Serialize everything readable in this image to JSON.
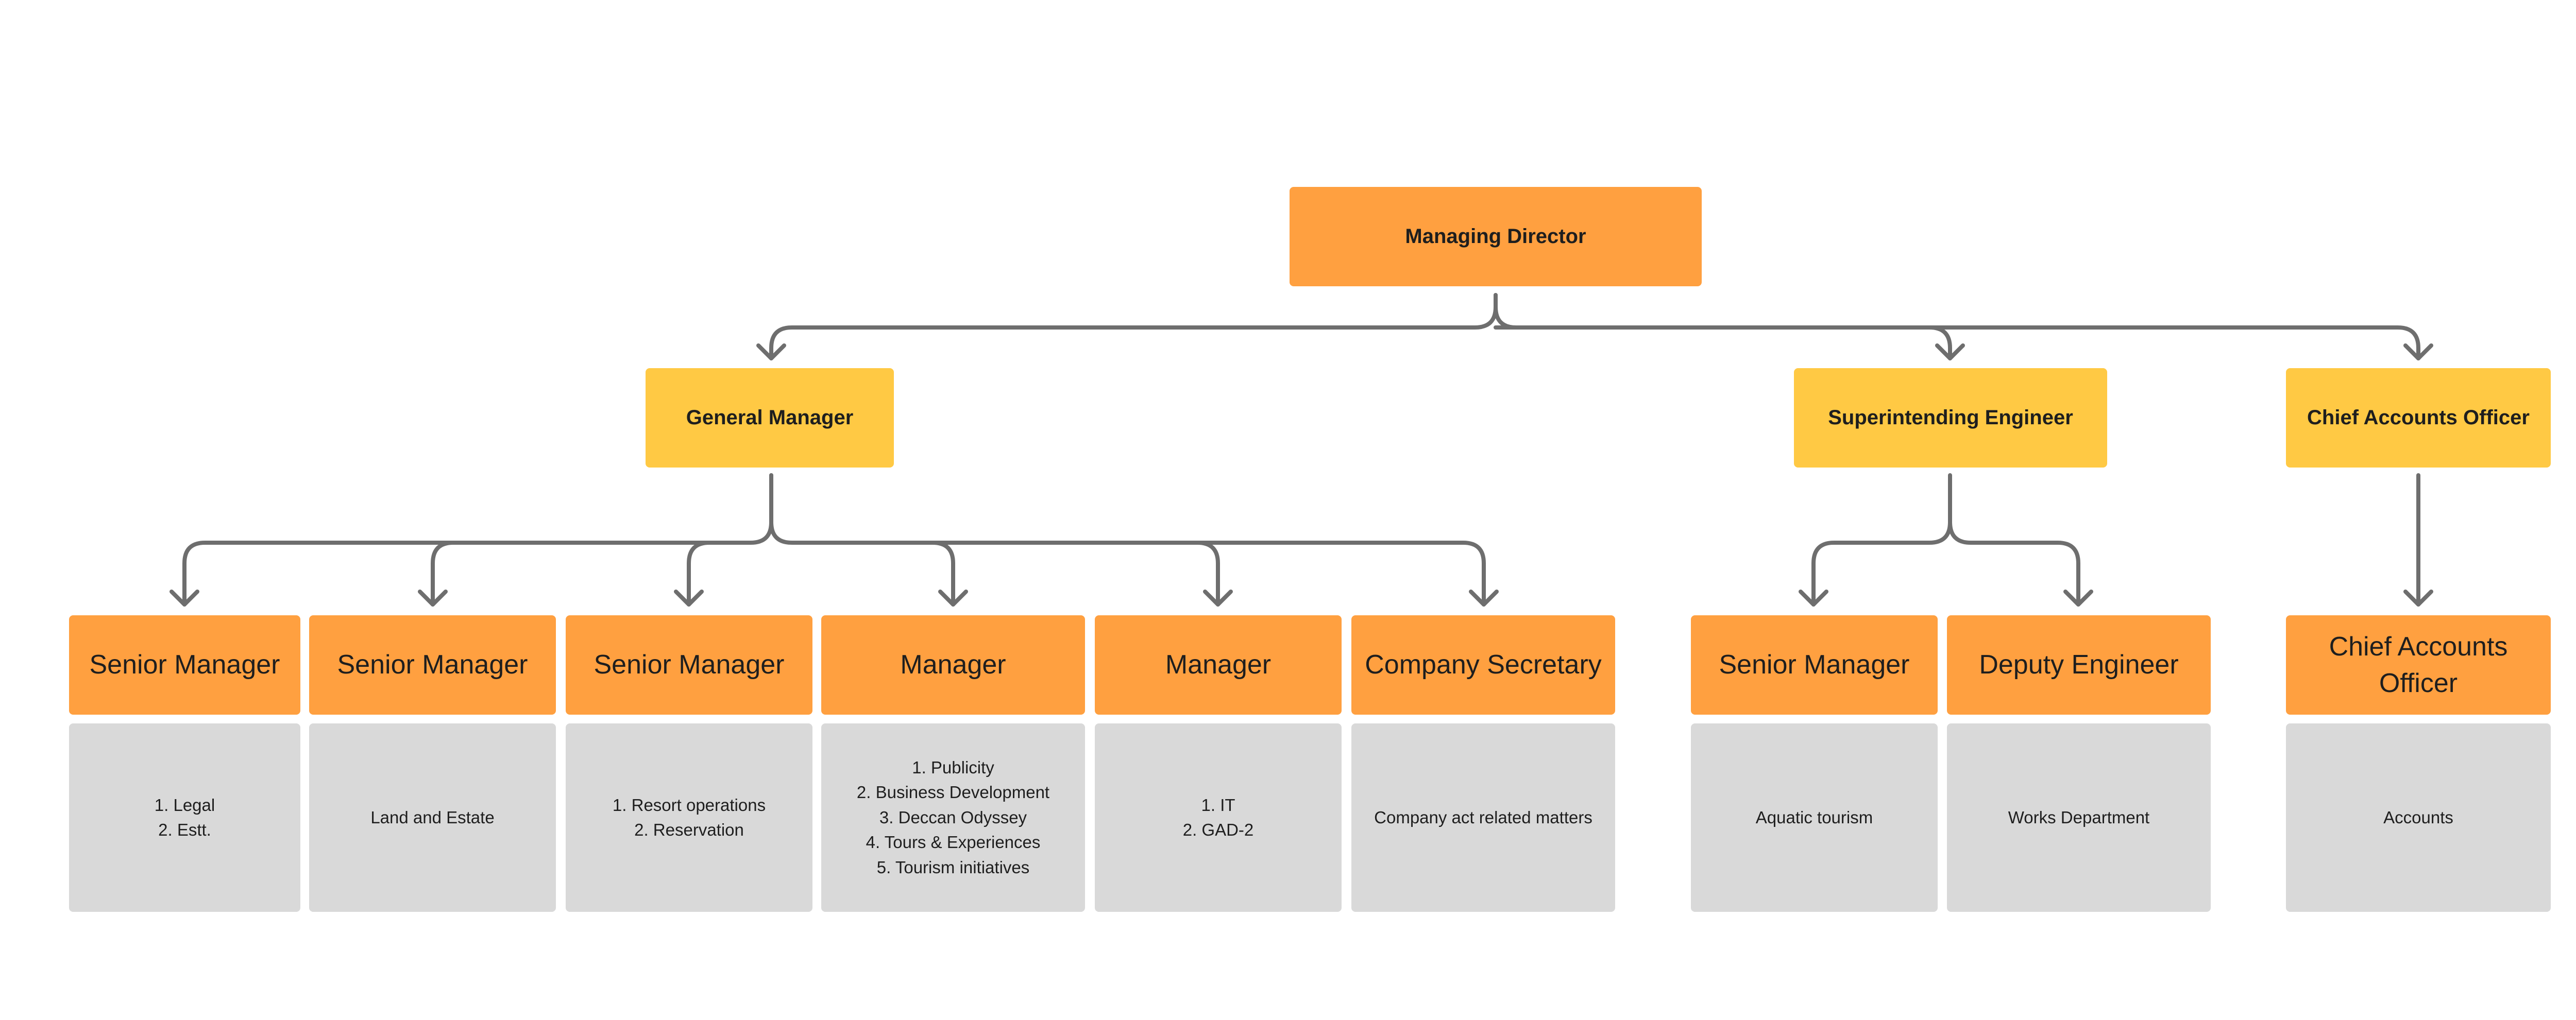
{
  "managing_director": "Managing Director",
  "level2": {
    "general_manager": "General Manager",
    "superintending_engineer": "Superintending Engineer",
    "chief_accounts_officer": "Chief Accounts Officer"
  },
  "departments": [
    {
      "title": "Senior Manager",
      "items": [
        "Legal",
        "Estt."
      ]
    },
    {
      "title": "Senior Manager",
      "text": "Land and Estate"
    },
    {
      "title": "Senior Manager",
      "items": [
        "Resort operations",
        "Reservation"
      ]
    },
    {
      "title": "Manager",
      "items": [
        "Publicity",
        "Business Development",
        "Deccan Odyssey",
        "Tours & Experiences",
        "Tourism initiatives"
      ]
    },
    {
      "title": "Manager",
      "items": [
        "IT",
        "GAD-2"
      ]
    },
    {
      "title": "Company Secretary",
      "text": "Company act related matters"
    },
    {
      "title": "Senior Manager",
      "text": "Aquatic tourism"
    },
    {
      "title": "Deputy Engineer",
      "text": "Works Department"
    },
    {
      "title": "Chief Accounts Officer",
      "text": "Accounts"
    }
  ],
  "colors": {
    "top_box": "#FFA040",
    "mid_box": "#FFC944",
    "desc_box": "#D9D9D9",
    "connector": "#6E6E6E"
  }
}
